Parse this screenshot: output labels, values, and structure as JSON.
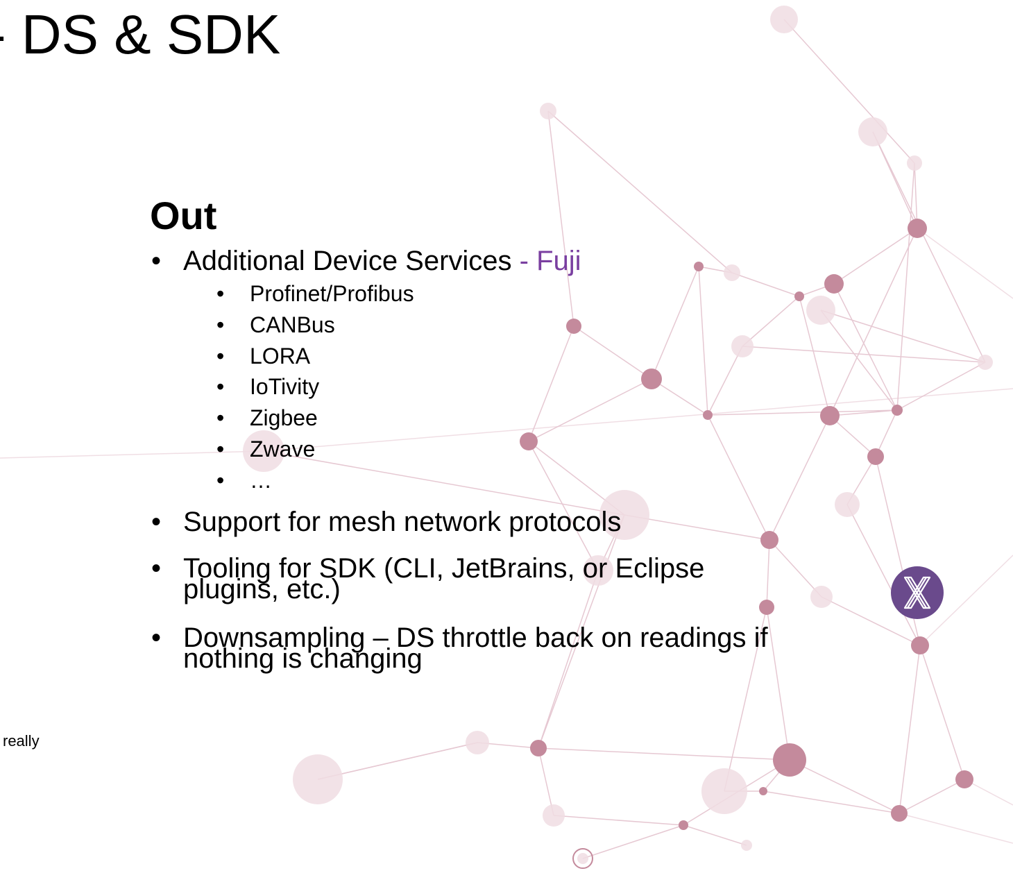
{
  "slide": {
    "title": "- DS & SDK",
    "heading": "Out",
    "bullet_symbol": "•",
    "items": [
      {
        "text": "Additional Device Services",
        "suffix": " - Fuji",
        "suffix_color": "#7a3fa0",
        "sub_items": [
          "Profinet/Profibus",
          "CANBus",
          "LORA",
          "IoTivity",
          "Zigbee",
          "Zwave",
          "…"
        ]
      },
      {
        "text": "Support for mesh network protocols"
      },
      {
        "lines": [
          "Tooling for SDK (CLI, JetBrains, or Eclipse",
          "plugins, etc.)"
        ]
      },
      {
        "lines": [
          "Downsampling – DS throttle back on readings if",
          "nothing is changing"
        ]
      }
    ],
    "note": "really"
  },
  "logo": {
    "icon": "x-logo-icon",
    "color": "#6a4a8c"
  },
  "decoration": {
    "node_color": "#c48a9c",
    "light_node_color": "#f0dde3",
    "line_color": "#e6c8d2"
  }
}
